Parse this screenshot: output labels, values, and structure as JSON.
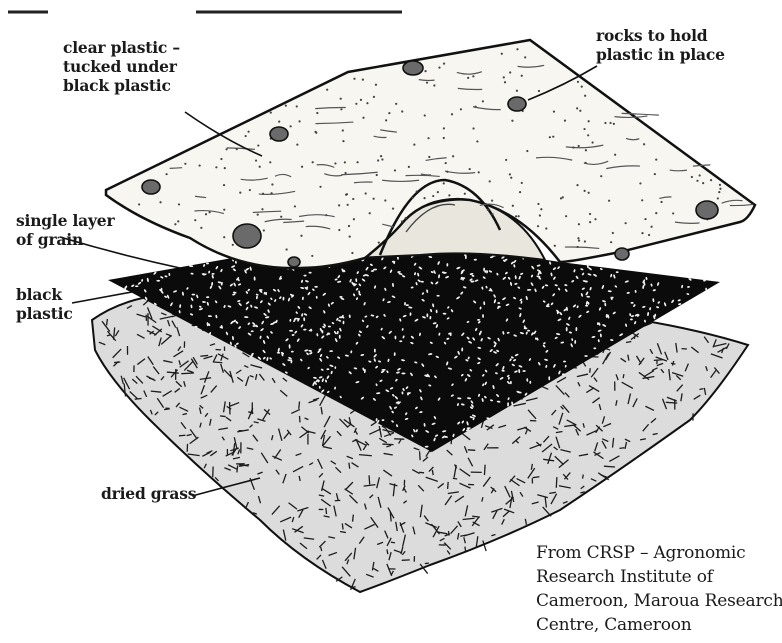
{
  "labels": {
    "clear_plastic": [
      "clear plastic –",
      "tucked under",
      "black plastic"
    ],
    "rocks": [
      "rocks to hold",
      "plastic in place"
    ],
    "grain": [
      "single layer",
      "of grain"
    ],
    "black_plastic": [
      "black",
      "plastic"
    ],
    "dried_grass": "dried grass"
  },
  "credit": [
    "From CRSP – Agronomic",
    "Research Institute of",
    "Cameroon, Maroua Research",
    "Centre, Cameroon"
  ],
  "colors": {
    "ink": "#1a1a1a",
    "black_plastic": "#0b0b0b",
    "clear_plastic": "#f7f6f1",
    "grass": "#3a3a3a"
  }
}
